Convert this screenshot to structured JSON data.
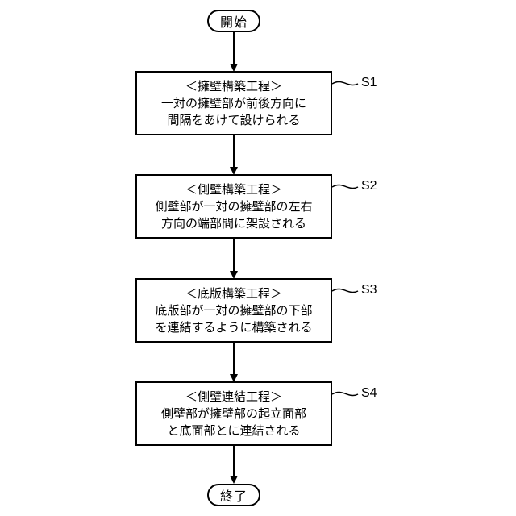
{
  "start_label": "開始",
  "end_label": "終了",
  "steps": [
    {
      "id": "S1",
      "title": "＜擁壁構築工程＞",
      "lines": [
        "一対の擁壁部が前後方向に",
        "間隔をあけて設けられる"
      ]
    },
    {
      "id": "S2",
      "title": "＜側壁構築工程＞",
      "lines": [
        "側壁部が一対の擁壁部の左右",
        "方向の端部間に架設される"
      ]
    },
    {
      "id": "S3",
      "title": "＜底版構築工程＞",
      "lines": [
        "底版部が一対の擁壁部の下部",
        "を連結するように構築される"
      ]
    },
    {
      "id": "S4",
      "title": "＜側壁連結工程＞",
      "lines": [
        "側壁部が擁壁部の起立面部",
        "と底面部とに連結される"
      ]
    }
  ]
}
